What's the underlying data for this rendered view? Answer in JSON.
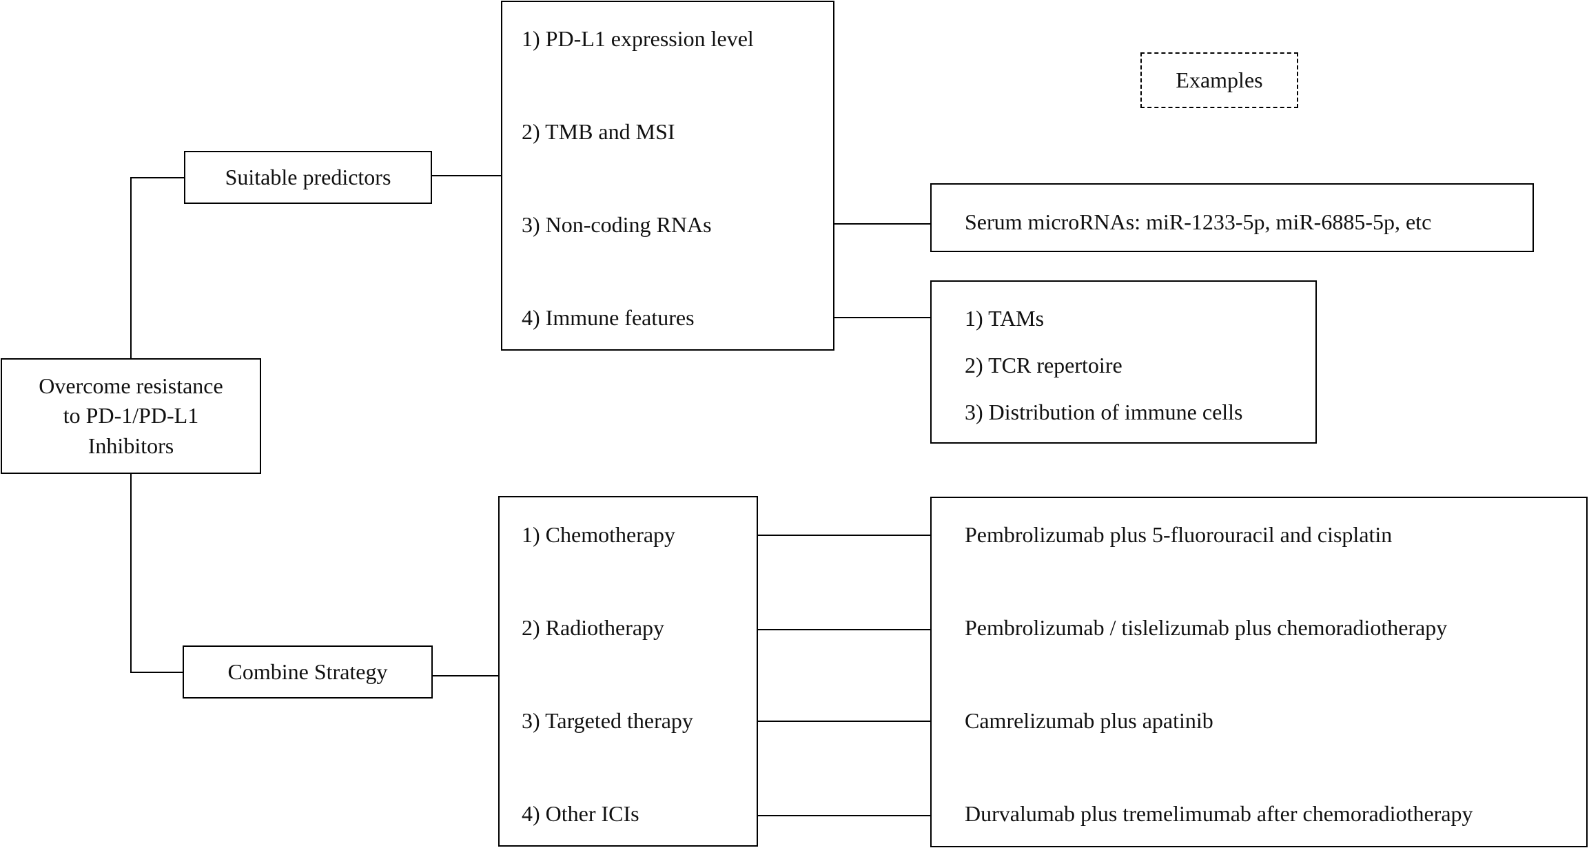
{
  "root": {
    "label_lines": [
      "Overcome resistance",
      "to PD-1/PD-L1",
      "Inhibitors"
    ]
  },
  "branch_predictors": {
    "label": "Suitable predictors"
  },
  "branch_combine": {
    "label": "Combine Strategy"
  },
  "legend": {
    "label": "Examples"
  },
  "predictors": {
    "items": [
      "1) PD-L1  expression level",
      "2) TMB and MSI",
      "3) Non-coding RNAs",
      "4) Immune features"
    ]
  },
  "examples_ncrna": {
    "text": "Serum microRNAs: miR-1233-5p, miR-6885-5p, etc"
  },
  "examples_immune": {
    "items": [
      "1) TAMs",
      "2) TCR repertoire",
      "3) Distribution of immune cells"
    ]
  },
  "combine": {
    "items": [
      "1) Chemotherapy",
      "2) Radiotherapy",
      "3) Targeted therapy",
      "4) Other ICIs"
    ]
  },
  "examples_combine": {
    "items": [
      "Pembrolizumab plus 5-fluorouracil and cisplatin",
      "Pembrolizumab / tislelizumab plus chemoradiotherapy",
      "Camrelizumab plus apatinib",
      "Durvalumab plus tremelimumab after chemoradiotherapy"
    ]
  }
}
